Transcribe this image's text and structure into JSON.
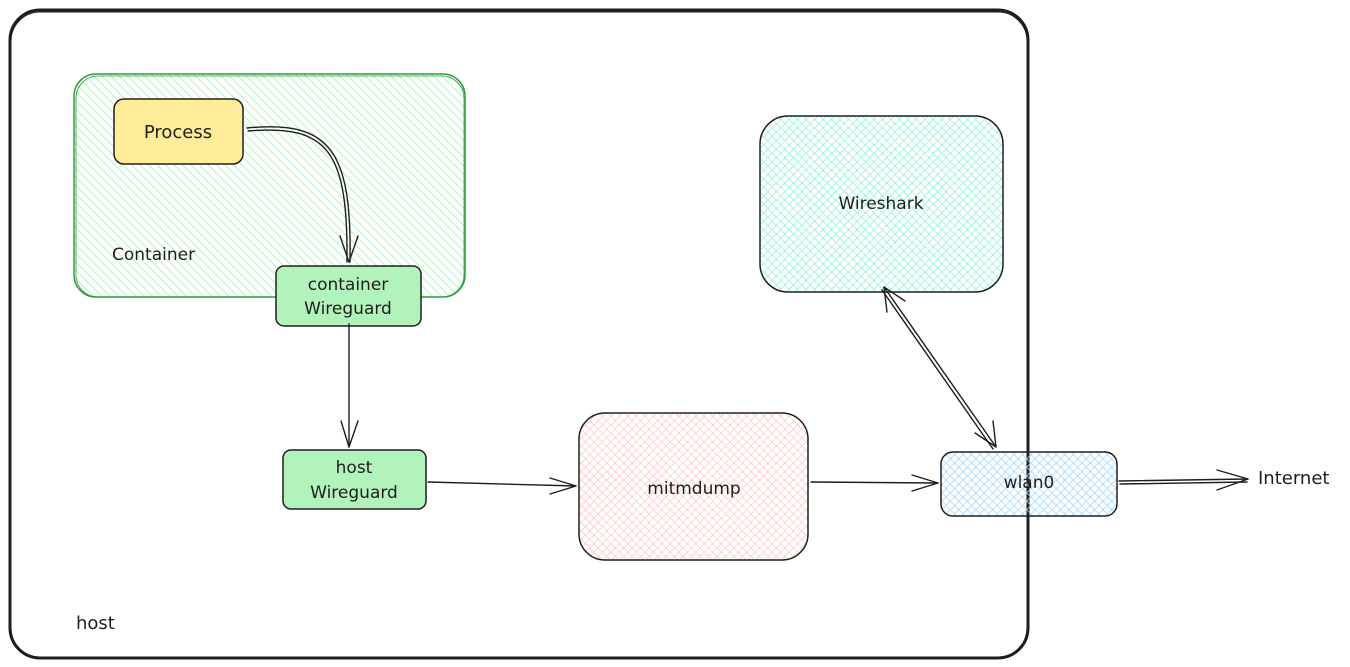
{
  "labels": {
    "host": "host",
    "container": "Container",
    "process": "Process",
    "container_wg_1": "container",
    "container_wg_2": "Wireguard",
    "host_wg_1": "host",
    "host_wg_2": "Wireguard",
    "mitmdump": "mitmdump",
    "wireshark": "Wireshark",
    "wlan0": "wlan0",
    "internet": "Internet"
  },
  "colors": {
    "stroke": "#1e1e1e",
    "container_fill": "#b2f2bb",
    "container_stroke": "#2f9e44",
    "process_fill": "#ffec99",
    "wireguard_fill": "#b2f2bb",
    "mitmdump_fill": "#ffc9c9",
    "wireshark_fill": "#96f2d7",
    "wlan0_fill": "#a5d8ff"
  }
}
